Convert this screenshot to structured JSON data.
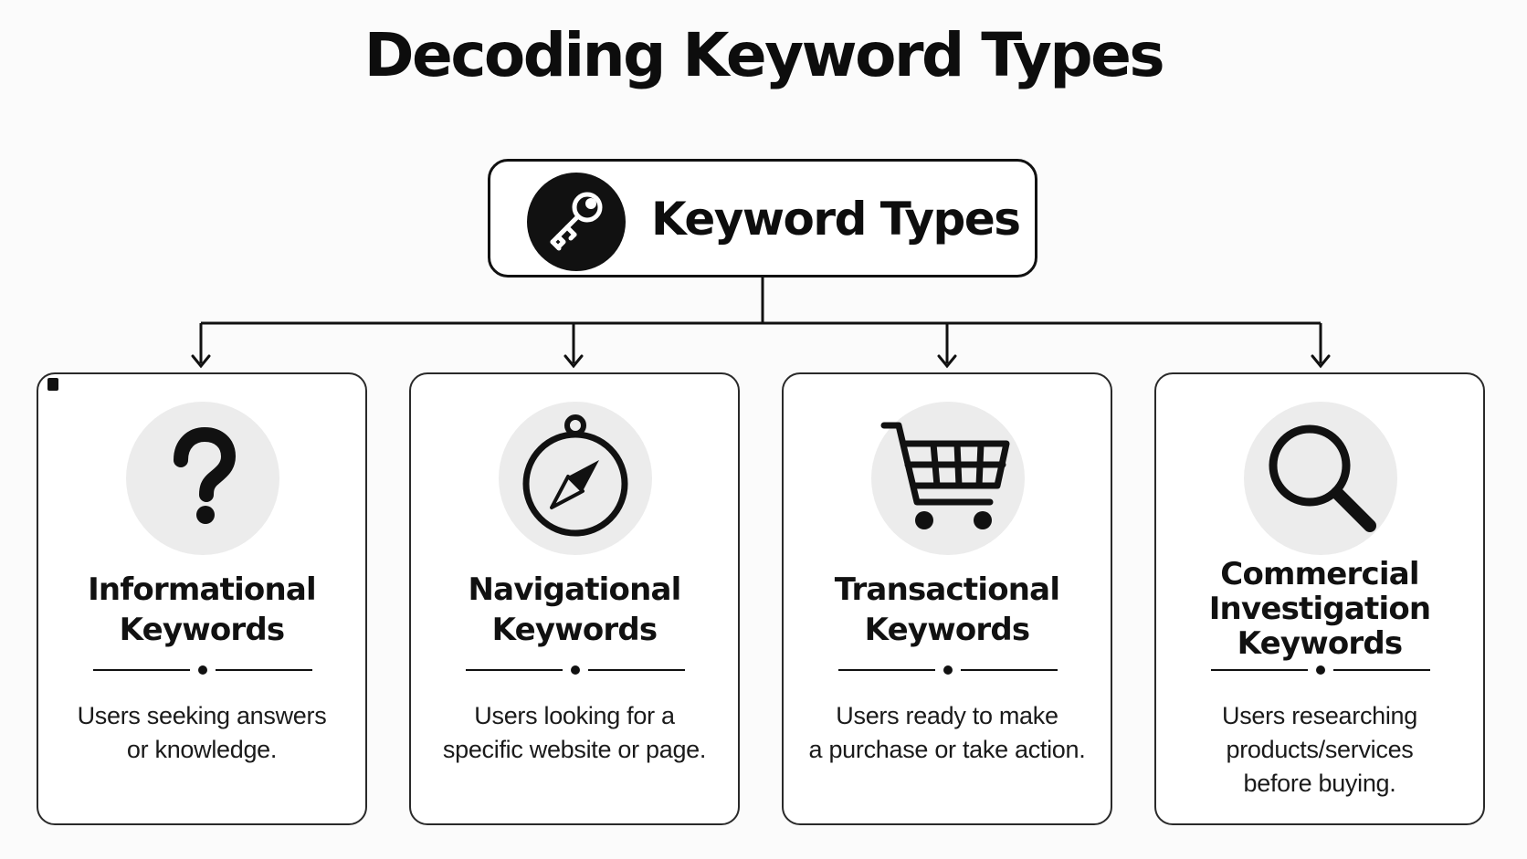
{
  "title": "Decoding Keyword Types",
  "root": {
    "label": "Keyword Types",
    "icon": "key-icon"
  },
  "cards": [
    {
      "icon": "question-mark-icon",
      "title_lines": [
        "Informational",
        "Keywords"
      ],
      "desc_lines": [
        "Users seeking answers",
        "or knowledge."
      ]
    },
    {
      "icon": "compass-icon",
      "title_lines": [
        "Navigational",
        "Keywords"
      ],
      "desc_lines": [
        "Users looking for a",
        "specific website or page."
      ]
    },
    {
      "icon": "shopping-cart-icon",
      "title_lines": [
        "Transactional",
        "Keywords"
      ],
      "desc_lines": [
        "Users ready to make",
        "a purchase or take action."
      ]
    },
    {
      "icon": "magnifying-glass-icon",
      "title_lines": [
        "Commercial",
        "Investigation",
        "Keywords"
      ],
      "desc_lines": [
        "Users researching",
        "products/services",
        "before buying."
      ]
    }
  ]
}
